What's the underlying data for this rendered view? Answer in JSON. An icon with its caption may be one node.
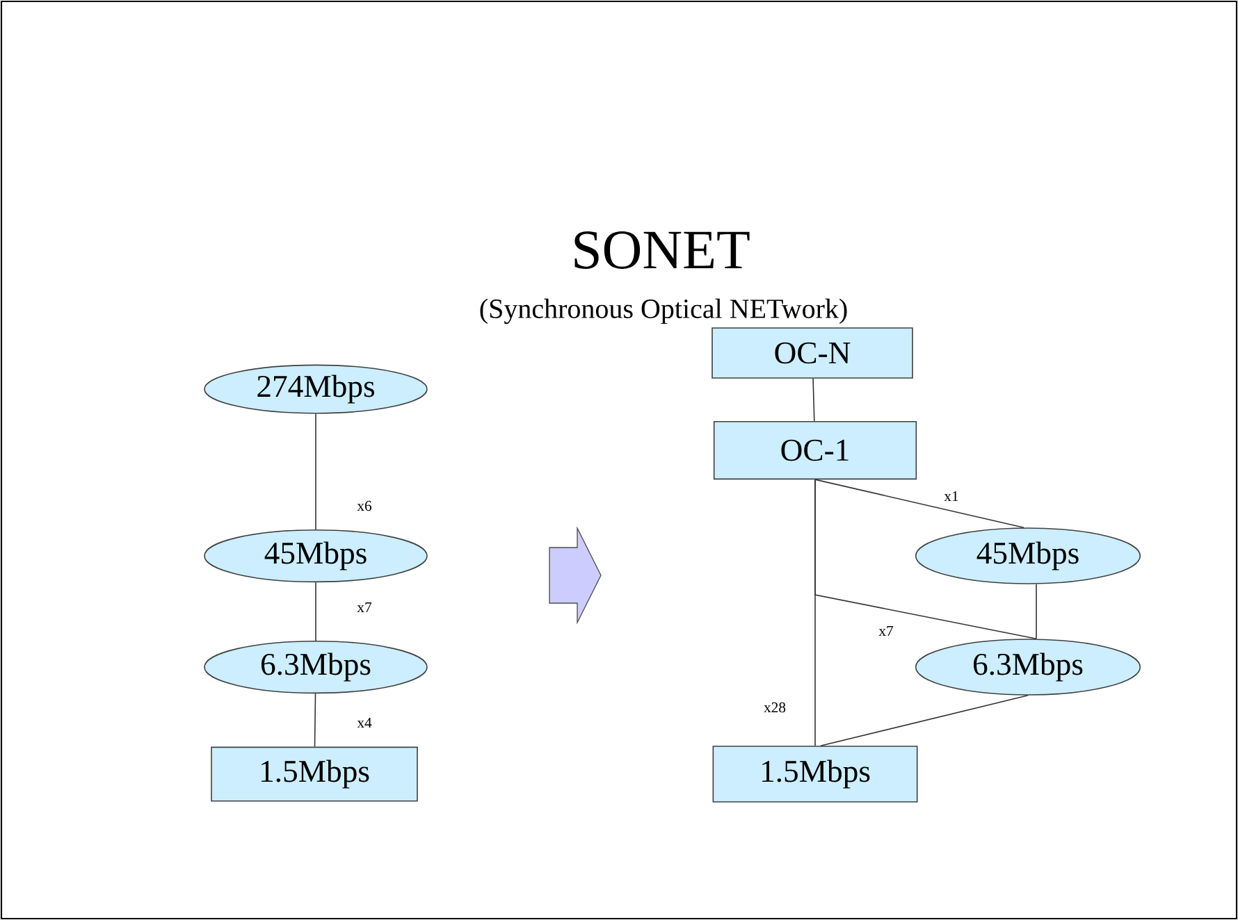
{
  "diagram": {
    "title": "SONET",
    "nodes": [
      {
        "text": [
          "274Mbps"
        ]
      },
      {
        "text": [
          "45Mbps"
        ]
      },
      {
        "text": [
          "6.3Mbps"
        ]
      },
      {
        "text": [
          "1.5Mbps"
        ]
      },
      {
        "text": [
          "OC-N"
        ]
      },
      {
        "text": [
          "OC-1"
        ]
      },
      {
        "text": [
          "45Mbps"
        ]
      },
      {
        "text": [
          "6.3Mbps"
        ]
      },
      {
        "text": [
          "1.5Mbps"
        ]
      }
    ],
    "edges": [
      {
        "from": 0,
        "to": 1,
        "arrow": "none",
        "label": "x6"
      },
      {
        "from": 1,
        "to": 2,
        "arrow": "none",
        "label": "x7"
      },
      {
        "from": 2,
        "to": 3,
        "arrow": "none",
        "label": "x4"
      },
      {
        "from": 4,
        "to": 5,
        "arrow": "none"
      },
      {
        "from": 5,
        "to": 6,
        "arrow": "none",
        "label": "x1"
      },
      {
        "from": 5,
        "to": 7,
        "arrow": "none",
        "label": "x7"
      },
      {
        "from": 5,
        "to": 8,
        "arrow": "none",
        "label": "x28"
      },
      {
        "from": 6,
        "to": 7,
        "arrow": "none"
      },
      {
        "from": 7,
        "to": 8,
        "arrow": "none"
      }
    ],
    "labels": [
      "(Synchronous Optical NETwork)"
    ]
  }
}
